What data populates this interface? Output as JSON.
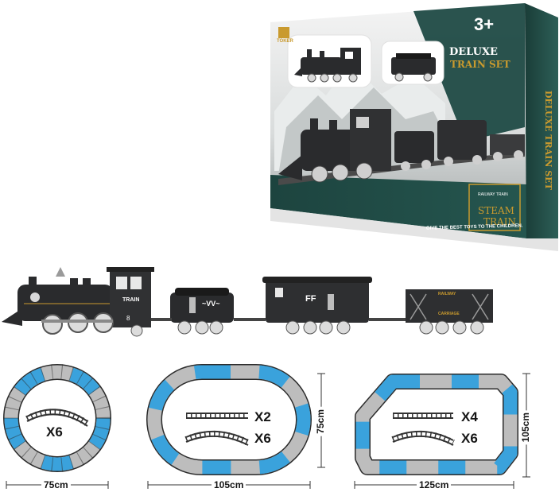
{
  "box": {
    "age_label": "3+",
    "brand_logo": "TOKER",
    "title_line1": "DELUXE",
    "title_line2": "TRAIN SET",
    "side_title": "DELUXE TRAIN SET",
    "badge_small": "RAILWAY TRAIN",
    "badge_main_line1": "STEAM",
    "badge_main_line2": "TRAIN",
    "tagline": "GIVE THE BEST TOYS TO THE CHILDREN."
  },
  "train": {
    "engine_label": "TRAIN",
    "engine_number": "8",
    "tender_text": "~VV~",
    "boxcar_label": "FF",
    "wagon_label1": "RAILWAY",
    "wagon_label2": "CARRIAGE"
  },
  "layouts": [
    {
      "shape": "circle",
      "pieces": [
        {
          "type": "curved",
          "qty": "X6"
        }
      ],
      "width": "75cm"
    },
    {
      "shape": "oval",
      "pieces": [
        {
          "type": "straight",
          "qty": "X2"
        },
        {
          "type": "curved",
          "qty": "X6"
        }
      ],
      "width": "105cm",
      "height": "75cm"
    },
    {
      "shape": "long-oval",
      "pieces": [
        {
          "type": "straight",
          "qty": "X4"
        },
        {
          "type": "curved",
          "qty": "X6"
        }
      ],
      "width": "125cm",
      "height": "105cm"
    }
  ],
  "colors": {
    "box_green": "#1f4a44",
    "gold": "#c99a2e",
    "track_blue": "#3aa2dc",
    "track_gray": "#bdbdbd",
    "train_black": "#2a2b2d"
  }
}
